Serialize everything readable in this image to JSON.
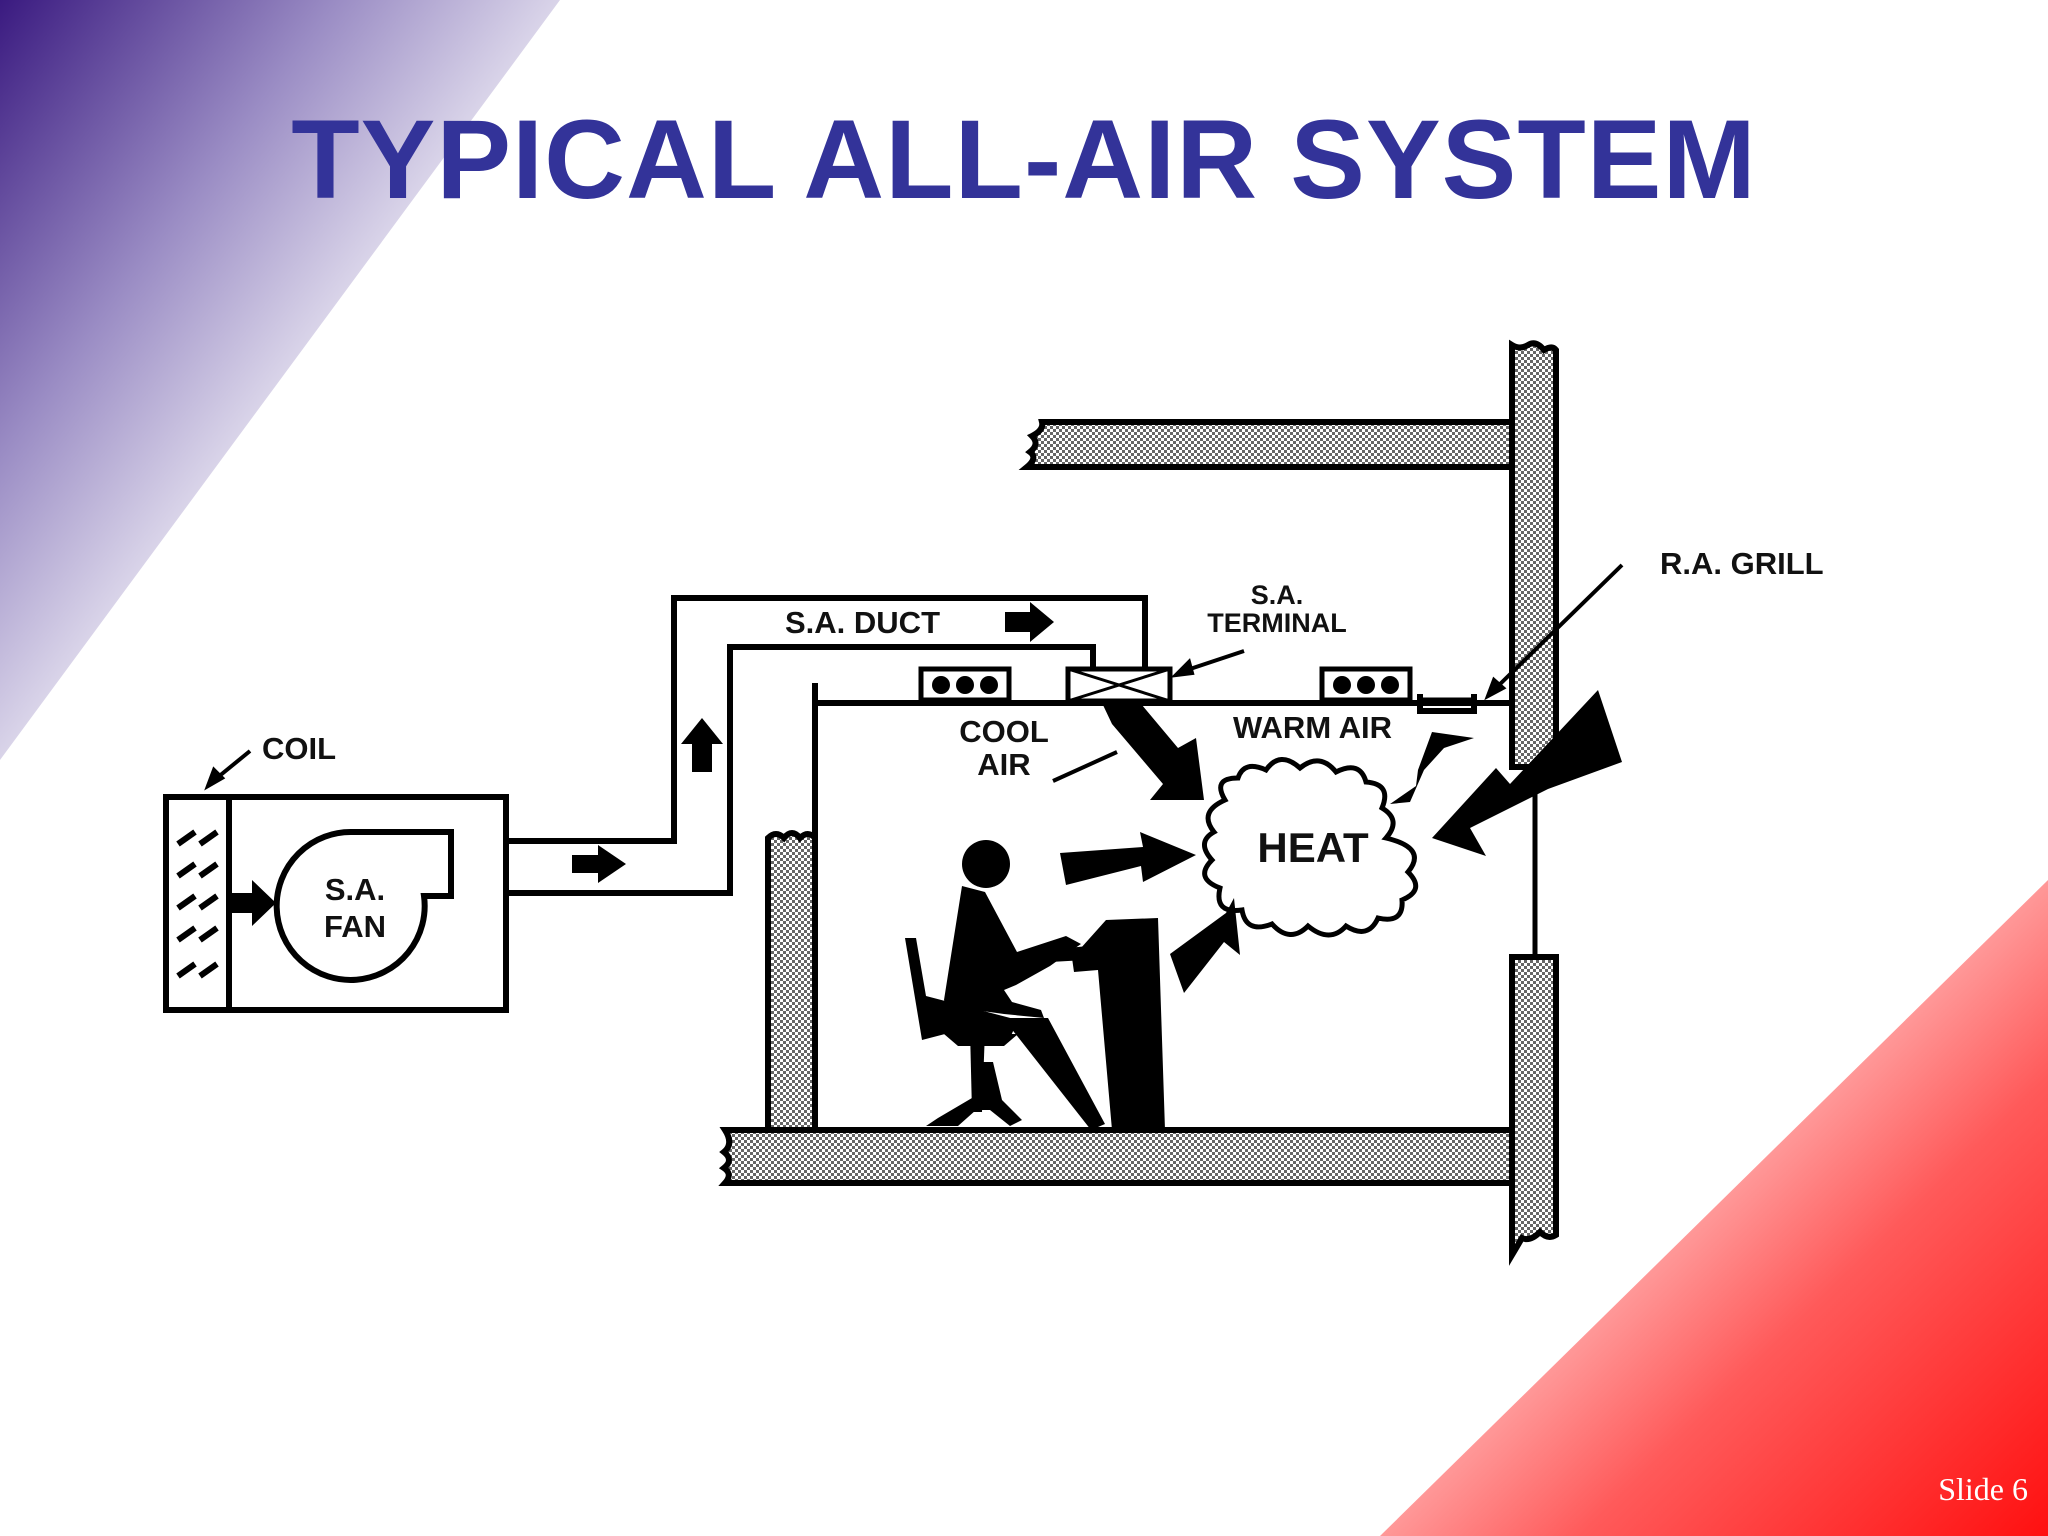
{
  "slide": {
    "title": "TYPICAL ALL-AIR SYSTEM",
    "slide_number": "Slide 6",
    "colors": {
      "title": "#333399",
      "gradient_top_left": "#3a1a80",
      "gradient_bottom_right": "#ff1a1a"
    }
  },
  "labels": {
    "coil": "COIL",
    "fan_line1": "S.A.",
    "fan_line2": "FAN",
    "sa_duct": "S.A. DUCT",
    "sa_terminal_line1": "S.A.",
    "sa_terminal_line2": "TERMINAL",
    "cool_air_line1": "COOL",
    "cool_air_line2": "AIR",
    "warm_air": "WARM AIR",
    "heat": "HEAT",
    "ra_grill": "R.A. GRILL"
  }
}
